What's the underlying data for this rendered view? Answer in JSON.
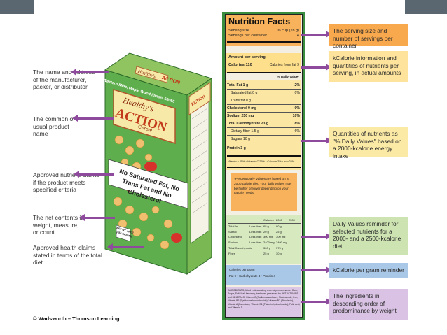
{
  "left_labels": [
    "The name and address of the manufacturer, packer, or distributor",
    "The common or usual product name",
    "Approved nutrient claims if the product meets specified criteria",
    "The net contents in weight, measure, or count",
    "Approved health claims stated in terms of the total diet"
  ],
  "right_labels": [
    "The serving size and number of servings per container",
    "kCalorie information and quantities of nutrients per serving, in actual amounts",
    "Quantities of nutrients as \"% Daily Values\" based on a 2000-kcalorie energy intake",
    "Daily Values reminder for selected nutrients for a 2000- and a 2500-kcalorie diet",
    "kCalorie per gram reminder",
    "The ingredients in descending order of predominance by weight"
  ],
  "box": {
    "brand_top": "Healthy's",
    "brand_side": "ACTION",
    "product_line1": "Healthy's",
    "product_line2": "ACTION",
    "product_line3": "Cereal",
    "claim": "No Saturated Fat, No Trans Fat and No Cholesterol",
    "address": "Western Mills, Maple Wood Illinois 60066",
    "net_wt": "NET WT. 16 OZ",
    "net_wt2": "(454 GRAMS)"
  },
  "nutrition": {
    "title": "Nutrition Facts",
    "serving_size": "Serving size",
    "serving_size_val": "¾ cup (28 g)",
    "servings_per": "Servings per container",
    "servings_per_val": "14",
    "amount": "Amount per serving",
    "calories": "Calories 110",
    "calories_fat": "Calories from fat 9",
    "dv_head": "% Daily Value*",
    "rows": [
      {
        "label": "Total Fat 1 g",
        "value": "2%"
      },
      {
        "label": "Saturated fat 0 g",
        "value": "0%"
      },
      {
        "label": "Trans fat 0 g",
        "value": ""
      },
      {
        "label": "Cholesterol 0 mg",
        "value": "0%"
      },
      {
        "label": "Sodium 250 mg",
        "value": "10%"
      },
      {
        "label": "Total Carbohydrate 23 g",
        "value": "8%"
      },
      {
        "label": "Dietary fiber 1.5 g",
        "value": "6%"
      },
      {
        "label": "Sugars 10 g",
        "value": ""
      },
      {
        "label": "Protein 3 g",
        "value": ""
      }
    ],
    "vitamins": "Vitamin A 25% • Vitamin C 25% • Calcium 2% • Iron 25%",
    "footnote": "*Percent Daily Values are based on a 2000 calorie diet. Your daily values may be higher or lower depending on your calorie needs:",
    "dv_cols": [
      "Calories",
      "2000",
      "2500"
    ],
    "dv_rows": [
      [
        "Total fat",
        "Less than",
        "65 g",
        "80 g"
      ],
      [
        "Sat fat",
        "Less than",
        "20 g",
        "25 g"
      ],
      [
        "Cholesterol",
        "Less than",
        "300 mg",
        "300 mg"
      ],
      [
        "Sodium",
        "Less than",
        "2400 mg",
        "2400 mg"
      ],
      [
        "Total Carbohydrate",
        "",
        "300 g",
        "375 g"
      ],
      [
        "Fiber",
        "",
        "25 g",
        "30 g"
      ]
    ],
    "cal_per_gram": "Calories per gram",
    "cal_per_gram_vals": "Fat 9 • Carbohydrate 4 • Protein 4",
    "ingredients": "INGREDIENTS, listed in descending order of predominance: Corn, Sugar, Salt, Malt flavoring, freshness preserved by BHT. VITAMINS and MINERALS: Vitamin C (Sodium ascorbate), Niacinamide, Iron, Vitamin B6 (Pyridoxine hydrochloride), Vitamin B2 (Riboflavin), Vitamin A (Palmitate), Vitamin B1 (Thiamin hydrochloride), Folic acid, and Vitamin D."
  },
  "credit": "© Wadsworth – Thomson Learning",
  "colors": {
    "arrow": "#8e4a9c",
    "box_orange": "#f9a94d",
    "box_yellow": "#fde39b",
    "box_yellow2": "#fbe9a6",
    "box_green": "#cde4b2",
    "box_blue": "#a9c7e6",
    "box_lavender": "#d9c2e4"
  }
}
